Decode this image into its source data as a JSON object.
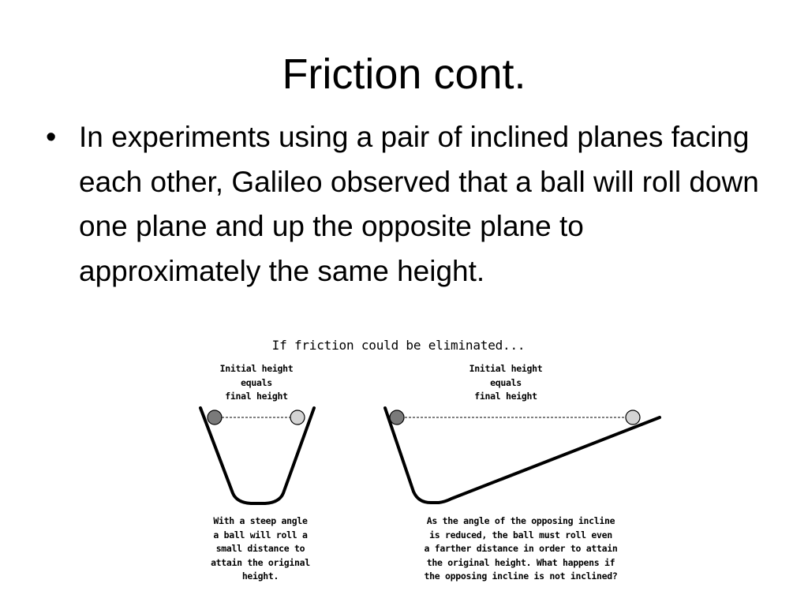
{
  "slide": {
    "title": "Friction cont.",
    "bullets": [
      {
        "marker": "•",
        "text": "In experiments using a pair of inclined planes facing each other, Galileo observed that a ball will roll down one plane and up the opposite plane to approximately the same height."
      }
    ]
  },
  "figure": {
    "heading": "If friction could be eliminated...",
    "left_panel": {
      "top_label": "Initial height\nequals\nfinal height",
      "caption": "With a steep angle\na ball will roll a\nsmall distance to\nattain the original\nheight."
    },
    "right_panel": {
      "top_label": "Initial height\nequals\nfinal height",
      "caption": "As the angle of the opposing incline\nis reduced, the ball must roll even\na farther distance in order to attain\nthe original height.  What happens if\nthe opposing incline is not inclined?"
    },
    "colors": {
      "start_ball": "#7a7a7a",
      "end_ball": "#d4d4d4",
      "track": "#000000"
    }
  }
}
